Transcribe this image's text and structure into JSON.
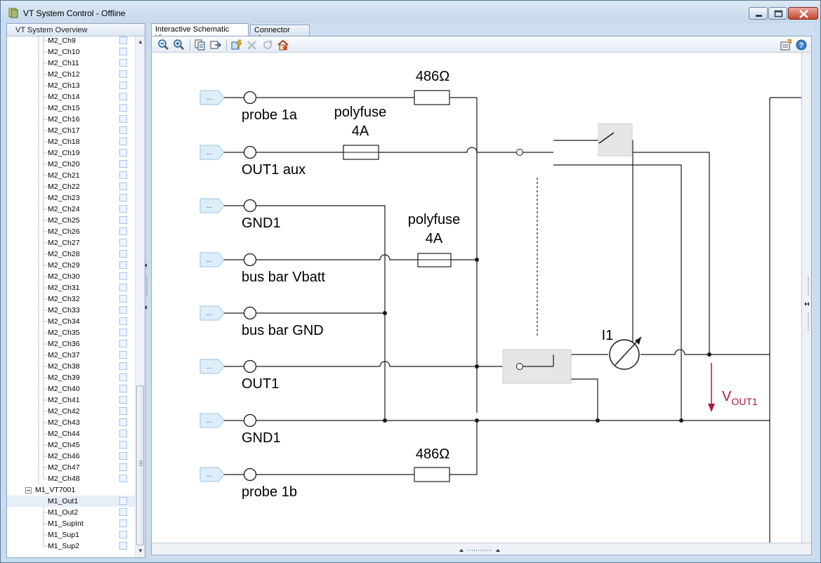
{
  "window": {
    "title": "VT System Control - Offline"
  },
  "left_panel": {
    "header": "VT System Overview",
    "channels": [
      "M2_Ch9",
      "M2_Ch10",
      "M2_Ch11",
      "M2_Ch12",
      "M2_Ch13",
      "M2_Ch14",
      "M2_Ch15",
      "M2_Ch16",
      "M2_Ch17",
      "M2_Ch18",
      "M2_Ch19",
      "M2_Ch20",
      "M2_Ch21",
      "M2_Ch22",
      "M2_Ch23",
      "M2_Ch24",
      "M2_Ch25",
      "M2_Ch26",
      "M2_Ch27",
      "M2_Ch28",
      "M2_Ch29",
      "M2_Ch30",
      "M2_Ch31",
      "M2_Ch32",
      "M2_Ch33",
      "M2_Ch34",
      "M2_Ch35",
      "M2_Ch36",
      "M2_Ch37",
      "M2_Ch38",
      "M2_Ch39",
      "M2_Ch40",
      "M2_Ch41",
      "M2_Ch42",
      "M2_Ch43",
      "M2_Ch44",
      "M2_Ch45",
      "M2_Ch46",
      "M2_Ch47",
      "M2_Ch48"
    ],
    "module": "M1_VT7001",
    "module_children": [
      "M1_Out1",
      "M1_Out2",
      "M1_SupInt",
      "M1_Sup1",
      "M1_Sup2"
    ],
    "selected": "M1_Out1"
  },
  "tabs": [
    {
      "label": "Interactive Schematic View",
      "active": true
    },
    {
      "label": "Connector View",
      "active": false
    }
  ],
  "toolbar": {
    "buttons": [
      "zoom-out-icon",
      "zoom-in-icon",
      "copy-icon",
      "export-icon",
      "apply-icon",
      "disconnect-icon",
      "reset-icon",
      "home-icon",
      "properties-icon",
      "help-icon"
    ]
  },
  "schematic": {
    "port_button_label": "...",
    "pins": [
      "probe 1a",
      "OUT1 aux",
      "GND1",
      "bus bar Vbatt",
      "bus bar GND",
      "OUT1",
      "GND1",
      "probe 1b"
    ],
    "resistor_top": "486Ω",
    "resistor_bottom": "486Ω",
    "fuse1_line1": "polyfuse",
    "fuse1_line2": "4A",
    "fuse2_line1": "polyfuse",
    "fuse2_line2": "4A",
    "current_label": "I1",
    "voltage_label_main": "V",
    "voltage_label_sub": "OUT1",
    "accent_color": "#b0173f"
  }
}
